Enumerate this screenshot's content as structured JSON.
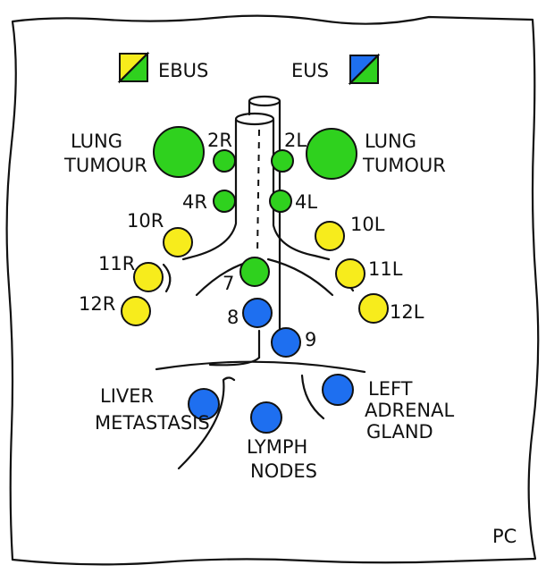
{
  "legend": {
    "ebus_label": "EBUS",
    "eus_label": "EUS"
  },
  "colors": {
    "ebus_yellow": "#f7ec1c",
    "ebus_green": "#2fd11e",
    "eus_blue": "#1e6ff0",
    "paper": "#ffffff",
    "ink": "#111111"
  },
  "labels": {
    "lung_tumour_left_line1": "LUNG",
    "lung_tumour_left_line2": "TUMOUR",
    "lung_tumour_right_line1": "LUNG",
    "lung_tumour_right_line2": "TUMOUR",
    "station_2r": "2R",
    "station_2l": "2L",
    "station_4r": "4R",
    "station_4l": "4L",
    "station_10r": "10R",
    "station_10l": "10L",
    "station_11r": "11R",
    "station_11l": "11L",
    "station_12r": "12R",
    "station_12l": "12L",
    "station_7": "7",
    "station_8": "8",
    "station_9": "9",
    "liver_line1": "LIVER",
    "liver_line2": "METASTASIS",
    "adrenal_line1": "LEFT",
    "adrenal_line2": "ADRENAL",
    "adrenal_line3": "GLAND",
    "lymph_line1": "LYMPH",
    "lymph_line2": "NODES",
    "signature": "PC"
  }
}
